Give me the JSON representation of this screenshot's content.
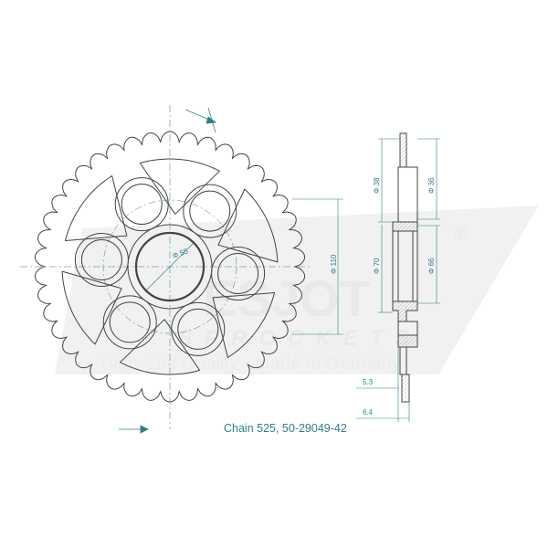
{
  "drawing": {
    "caption": "Chain 525, 50-29049-42",
    "teeth_count": 42,
    "bolt_holes": 6,
    "dimensions": {
      "bore": "Φ 55",
      "pitch_circle": "Φ 110",
      "hub_outer_top": "Φ 38",
      "hub_inner_top": "Φ 36",
      "hub_outer": "Φ 70",
      "hub_inner": "Φ 66",
      "plate_thickness": "5.3",
      "total_thickness": "6.4"
    },
    "colors": {
      "line": "#444444",
      "dimension": "#2f7f86",
      "watermark": "#e8e8e8"
    }
  },
  "watermark": {
    "brand": "ESJOT",
    "sub": "SPROCKETS",
    "tagline": "High-End Quality - Made In Germany",
    "registered": "®"
  }
}
